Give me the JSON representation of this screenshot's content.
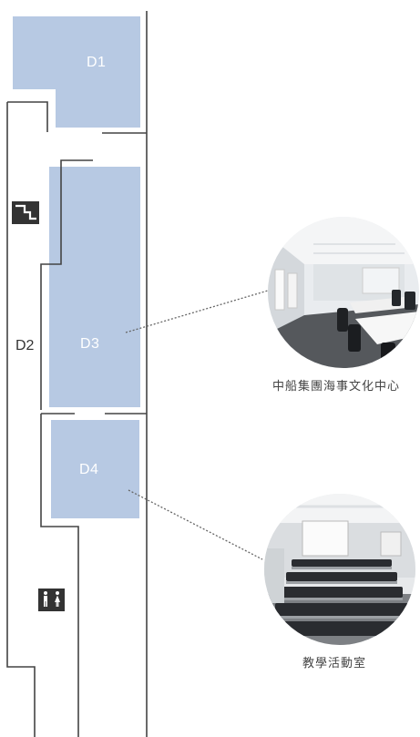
{
  "rooms": {
    "d1": "D1",
    "d2": "D2",
    "d3": "D3",
    "d4": "D4"
  },
  "photos": [
    {
      "caption": "中船集團海事文化中心",
      "scene": "meeting-room-photo"
    },
    {
      "caption": "教學活動室",
      "scene": "lecture-room-photo"
    }
  ],
  "icons": {
    "stairs": "stairs-icon",
    "restroom": "restroom-icon"
  },
  "colors": {
    "room_fill": "#b7c9e3",
    "wall": "#444444",
    "icon_bg": "#333333"
  }
}
